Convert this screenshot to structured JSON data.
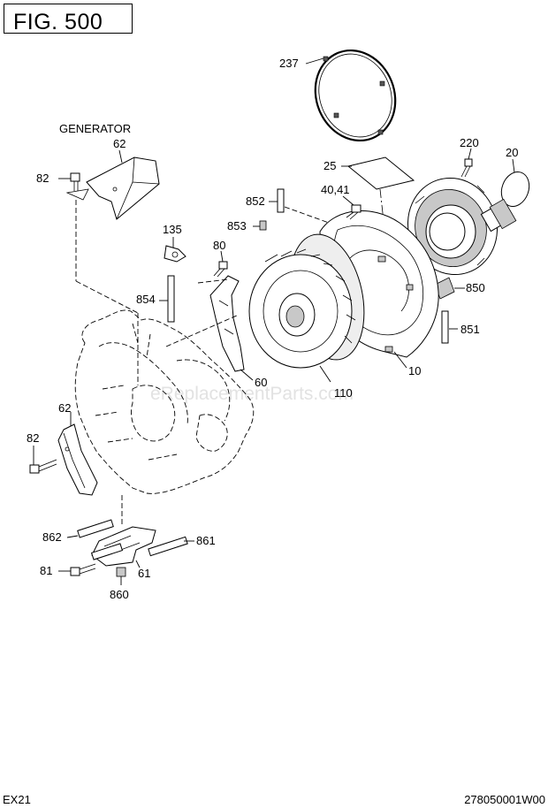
{
  "figure": {
    "title": "FIG. 500"
  },
  "watermark": "eReplacementParts.com",
  "footer": {
    "model": "EX21",
    "code": "278050001W00"
  },
  "labels": {
    "generator": "GENERATOR",
    "p237": "237",
    "p25": "25",
    "p220": "220",
    "p20": "20",
    "p62_top": "62",
    "p82_top": "82",
    "p852": "852",
    "p40_41": "40,41",
    "p853": "853",
    "p135": "135",
    "p80": "80",
    "p854": "854",
    "p850": "850",
    "p851": "851",
    "p10": "10",
    "p60": "60",
    "p110": "110",
    "p62_left": "62",
    "p82_left": "82",
    "p862": "862",
    "p861": "861",
    "p81": "81",
    "p61": "61",
    "p860": "860"
  }
}
